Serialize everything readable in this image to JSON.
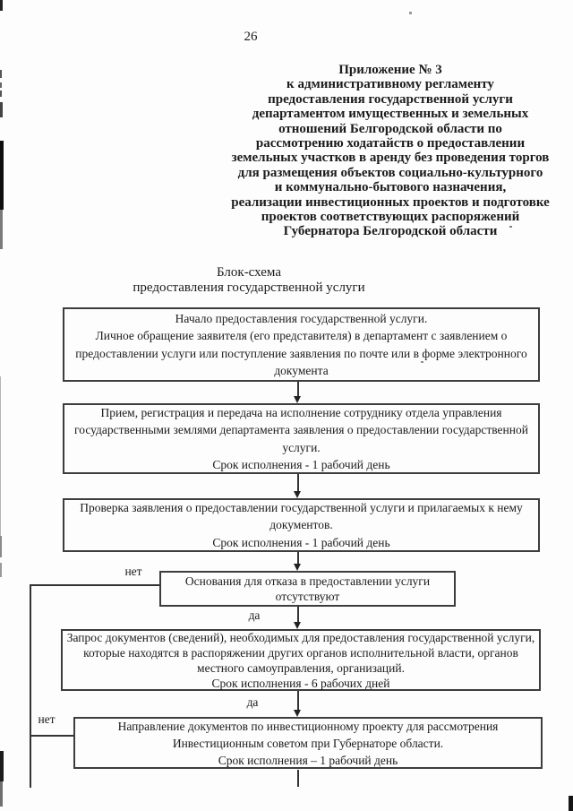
{
  "page": {
    "number": "26",
    "appendix": {
      "lines": [
        "Приложение № 3",
        "к административному регламенту",
        "предоставления государственной услуги",
        "департаментом имущественных и земельных",
        "отношений Белгородской области по",
        "рассмотрению ходатайств о предоставлении",
        "земельных участков в аренду без проведения торгов",
        "для размещения объектов социально-культурного",
        "и коммунально-бытового назначения,",
        "реализации инвестиционных проектов и подготовке",
        "проектов соответствующих распоряжений",
        "Губернатора Белгородской области"
      ]
    },
    "section_title": {
      "lines": [
        "Блок-схема",
        "предоставления государственной услуги"
      ]
    }
  },
  "flowchart": {
    "labels": {
      "yes": "да",
      "no": "нет"
    },
    "boxes": [
      {
        "name": "start",
        "lines": [
          "Начало предоставления государственной услуги.",
          "Личное обращение заявителя (его представителя) в департамент с заявлением о",
          "предоставлении услуги или поступление заявления по почте или в форме электронного",
          "документа"
        ]
      },
      {
        "name": "reception",
        "lines": [
          "Прием, регистрация и передача на исполнение сотруднику отдела управления",
          "государственными землями департамента заявления о предоставлении государственной",
          "услуги.",
          "Срок исполнения - 1 рабочий день"
        ]
      },
      {
        "name": "check",
        "lines": [
          "Проверка заявления о предоставлении государственной услуги и прилагаемых к нему",
          "документов.",
          "Срок исполнения - 1 рабочий день"
        ]
      },
      {
        "name": "decision",
        "lines": [
          "Основания для отказа в предоставлении  услуги",
          "отсутствуют"
        ]
      },
      {
        "name": "request-documents",
        "lines": [
          "Запрос документов (сведений), необходимых для предоставления государственной услуги,",
          "которые находятся в распоряжении других органов исполнительной власти, органов",
          "местного самоуправления, организаций.",
          "Срок исполнения - 6 рабочих дней"
        ]
      },
      {
        "name": "investment-council",
        "lines": [
          "Направление документов по инвестиционному проекту для рассмотрения",
          "Инвестиционным советом при Губернаторе области.",
          "Срок исполнения – 1 рабочий день"
        ]
      }
    ]
  },
  "colors": {
    "paper": "#fdfdfd",
    "ink": "#1b1b1b",
    "line": "#333333",
    "border": "#3d3d3d"
  }
}
